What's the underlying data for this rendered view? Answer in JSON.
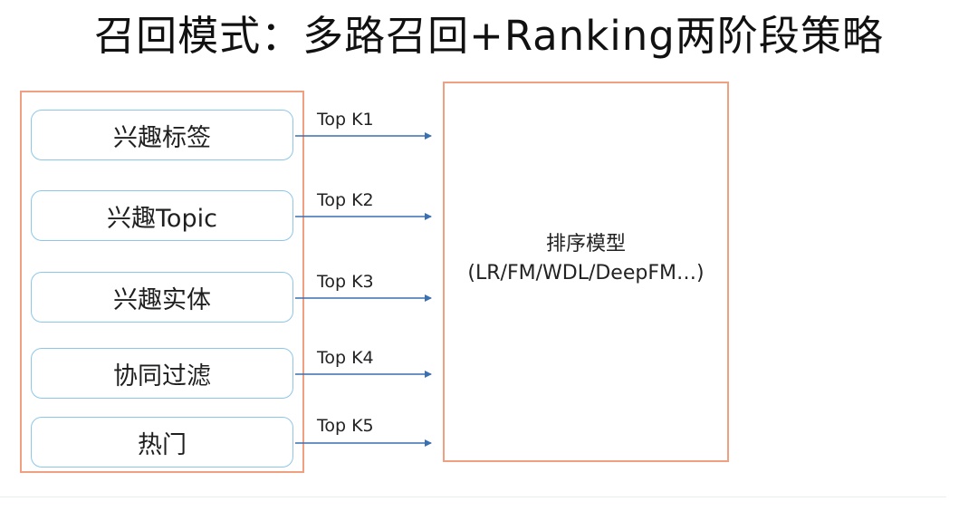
{
  "title": "召回模式：多路召回+Ranking两阶段策略",
  "recall_sources": [
    {
      "label": "兴趣标签",
      "topk": "Top K1"
    },
    {
      "label": "兴趣Topic",
      "topk": "Top K2"
    },
    {
      "label": "兴趣实体",
      "topk": "Top K3"
    },
    {
      "label": "协同过滤",
      "topk": "Top K4"
    },
    {
      "label": "热门",
      "topk": "Top K5"
    }
  ],
  "ranking_model": {
    "title": "排序模型",
    "subtitle": "(LR/FM/WDL/DeepFM…)"
  },
  "colors": {
    "outer_border": "#f0a080",
    "source_border": "#8ec6e8",
    "arrow": "#3a6fb0"
  }
}
